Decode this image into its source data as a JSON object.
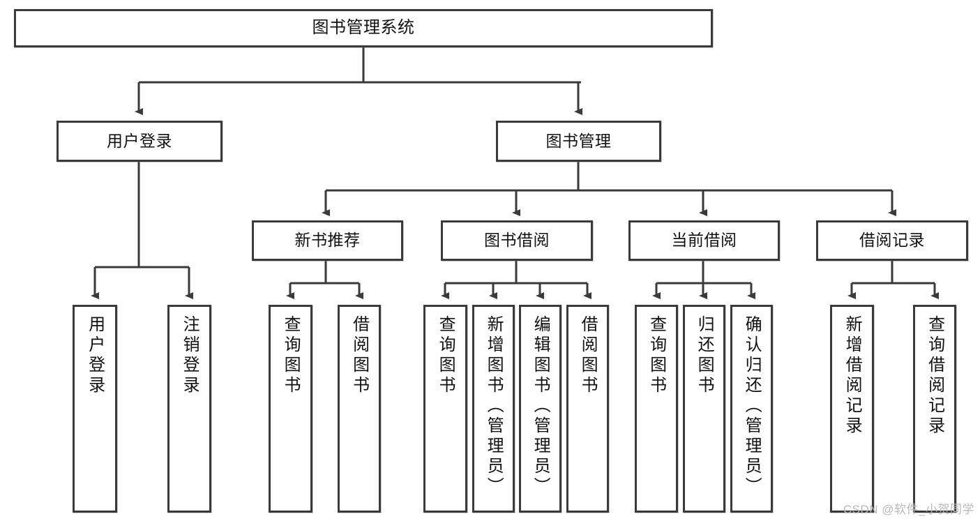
{
  "diagram": {
    "title": "图书管理系统",
    "watermark": "CSDN @软件_小贺同学",
    "line_color": "#3a3a3a",
    "box_fill": "#ffffff",
    "text_color": "#111111",
    "root": {
      "label": "图书管理系统"
    },
    "level2": [
      {
        "label": "用户登录"
      },
      {
        "label": "图书管理"
      }
    ],
    "level3": [
      {
        "label": "新书推荐"
      },
      {
        "label": "图书借阅"
      },
      {
        "label": "当前借阅"
      },
      {
        "label": "借阅记录"
      }
    ],
    "leaves": {
      "user_login": [
        {
          "label": "用户登录"
        },
        {
          "label": "注销登录"
        }
      ],
      "new_book_recommend": [
        {
          "label": "查询图书"
        },
        {
          "label": "借阅图书"
        }
      ],
      "book_borrow": [
        {
          "label": "查询图书"
        },
        {
          "label": "新增图书（管理员）"
        },
        {
          "label": "编辑图书（管理员）"
        },
        {
          "label": "借阅图书"
        }
      ],
      "current_borrow": [
        {
          "label": "查询图书"
        },
        {
          "label": "归还图书"
        },
        {
          "label": "确认归还（管理员）"
        }
      ],
      "borrow_record": [
        {
          "label": "新增借阅记录"
        },
        {
          "label": "查询借阅记录"
        }
      ]
    }
  }
}
